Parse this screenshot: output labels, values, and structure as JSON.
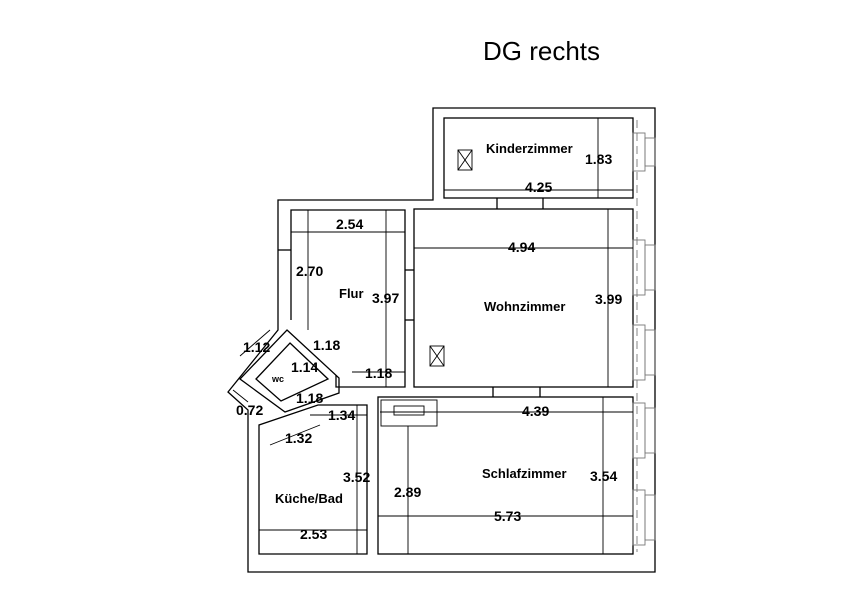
{
  "title": "DG rechts",
  "rooms": {
    "kinderzimmer": "Kinderzimmer",
    "wohnzimmer": "Wohnzimmer",
    "flur": "Flur",
    "schlafzimmer": "Schlafzimmer",
    "kueche_bad": "Küche/Bad",
    "wc": "wc"
  },
  "dimensions": {
    "kinder_height": "1.83",
    "kinder_width": "4.25",
    "flur_width": "2.54",
    "flur_side": "2.70",
    "flur_height": "3.97",
    "wohn_width": "4.94",
    "wohn_height": "3.99",
    "wc_a": "1.12",
    "wc_b": "1.18",
    "wc_c": "1.14",
    "wc_d": "1.18",
    "wc_e": "1.18",
    "wc_f": "0.72",
    "kueche_a": "1.34",
    "kueche_b": "1.32",
    "kueche_height": "3.52",
    "kueche_width": "2.53",
    "schlaf_width_top": "4.39",
    "schlaf_height": "3.54",
    "schlaf_height_left": "2.89",
    "schlaf_width": "5.73"
  }
}
